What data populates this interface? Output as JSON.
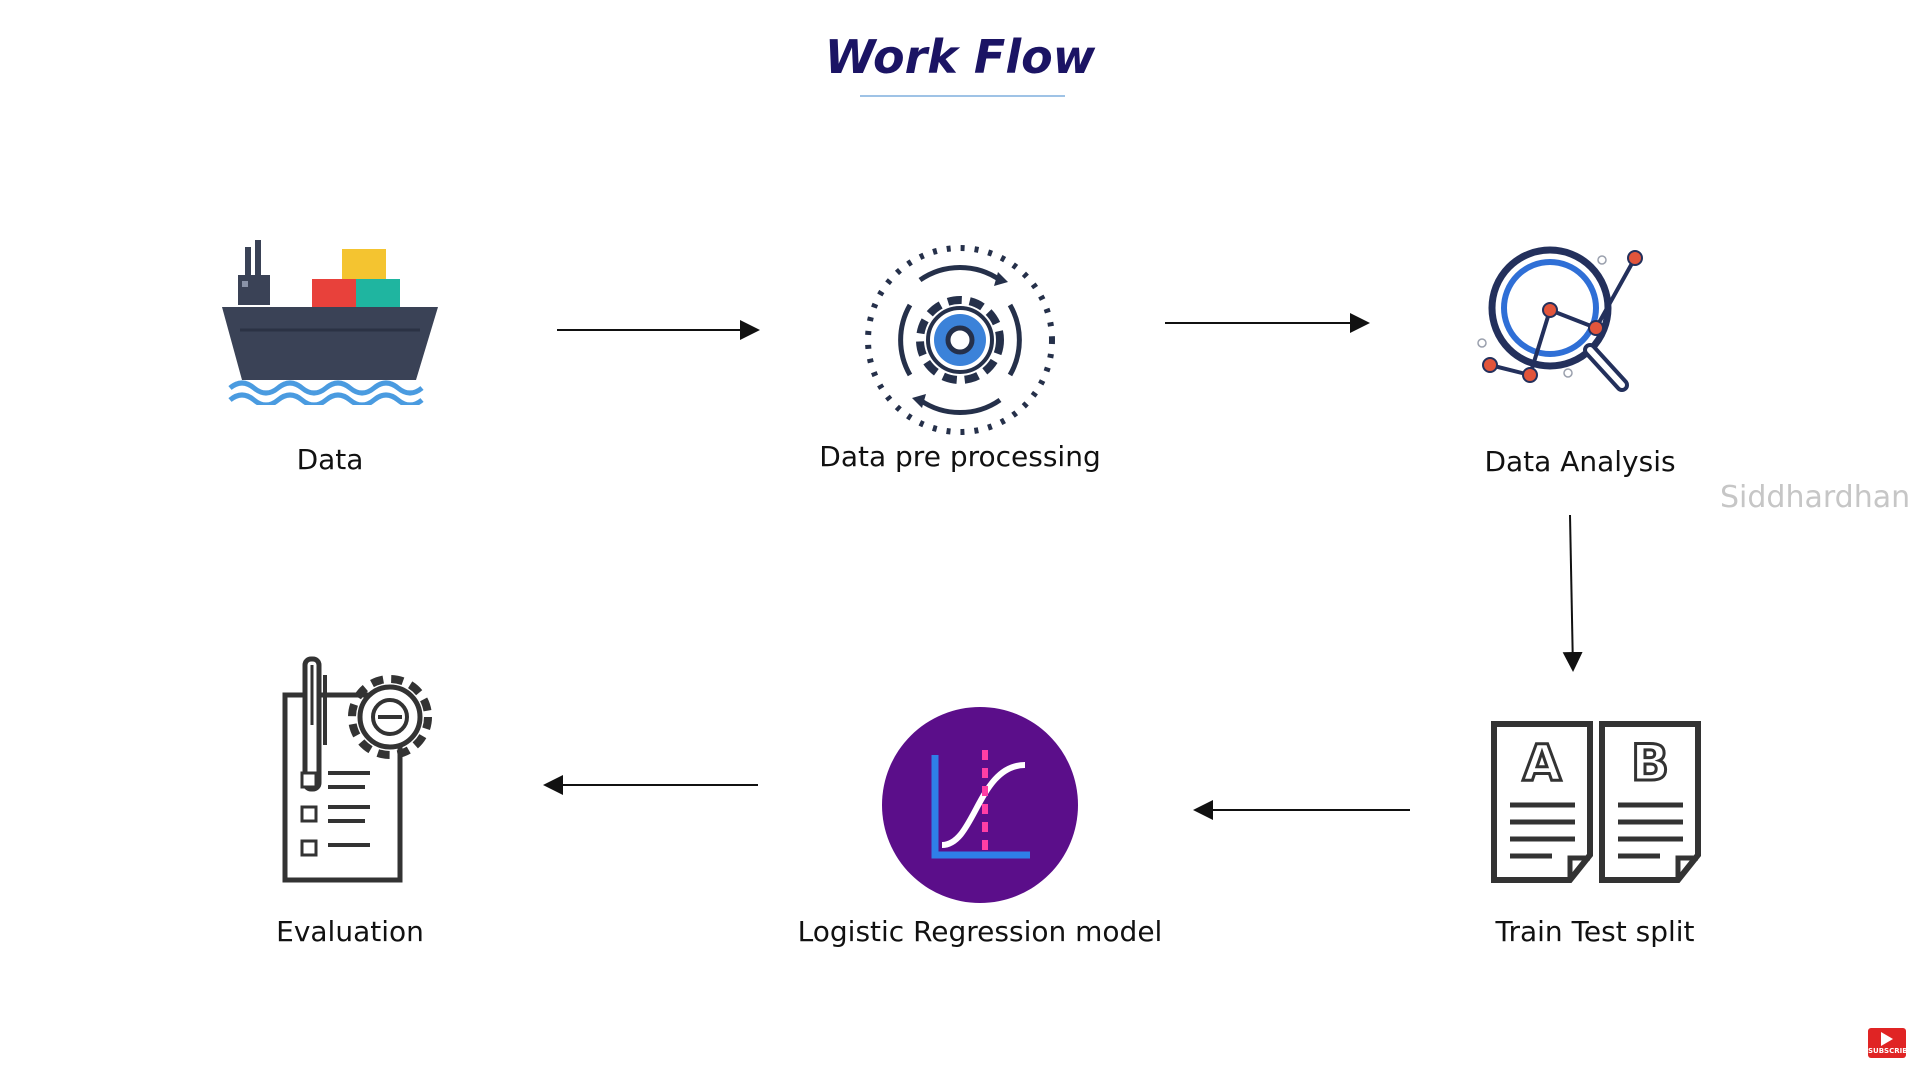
{
  "title": "Work Flow",
  "steps": [
    {
      "label": "Data",
      "icon": "cargo-ship-icon"
    },
    {
      "label": "Data pre processing",
      "icon": "gear-cycle-icon"
    },
    {
      "label": "Data Analysis",
      "icon": "magnifier-chart-icon"
    },
    {
      "label": "Train Test split",
      "icon": "ab-documents-icon"
    },
    {
      "label": "Logistic Regression model",
      "icon": "sigmoid-curve-icon"
    },
    {
      "label": "Evaluation",
      "icon": "checklist-gear-icon"
    }
  ],
  "watermark": "Siddhardhan",
  "subscribe": {
    "label": "SUBSCRIBE",
    "icon": "youtube-play-icon"
  },
  "colors": {
    "title": "#1b1464",
    "ship_hull": "#3a4256",
    "water": "#4a9be0",
    "accent_blue": "#2f6fd6",
    "node_red": "#e2553b",
    "purple": "#5b0e8a",
    "curve_pink": "#ff3ea5"
  }
}
